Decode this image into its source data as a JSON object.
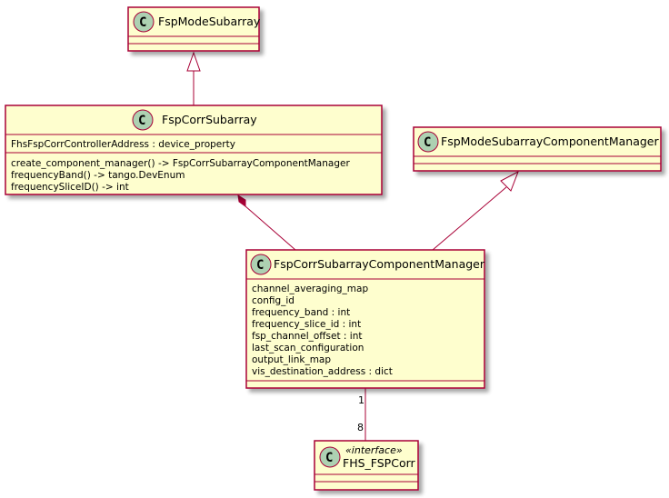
{
  "classes": {
    "fsp_mode_subarray": {
      "name": "FspModeSubarray",
      "icon": "class-c-icon"
    },
    "fsp_corr_subarray": {
      "name": "FspCorrSubarray",
      "icon": "class-c-icon",
      "attributes": [
        "FhsFspCorrControllerAddress : device_property"
      ],
      "methods": [
        "create_component_manager() -> FspCorrSubarrayComponentManager",
        "frequencyBand() -> tango.DevEnum",
        "frequencySliceID() -> int"
      ]
    },
    "fsp_mode_subarray_component_manager": {
      "name": "FspModeSubarrayComponentManager",
      "icon": "class-c-icon"
    },
    "fsp_corr_subarray_component_manager": {
      "name": "FspCorrSubarrayComponentManager",
      "icon": "class-c-icon",
      "attributes": [
        "channel_averaging_map",
        "config_id",
        "frequency_band : int",
        "frequency_slice_id : int",
        "fsp_channel_offset : int",
        "last_scan_configuration",
        "output_link_map",
        "vis_destination_address : dict"
      ]
    },
    "fhs_fspcorr": {
      "name": "FHS_FSPCorr",
      "stereotype": "«interface»",
      "icon": "class-c-icon"
    }
  },
  "relations": {
    "association": {
      "source_multiplicity": "1",
      "target_multiplicity": "8"
    }
  },
  "colors": {
    "class_fill": "#FEFECE",
    "class_border": "#A80036",
    "icon_fill": "#ADD1B2"
  }
}
